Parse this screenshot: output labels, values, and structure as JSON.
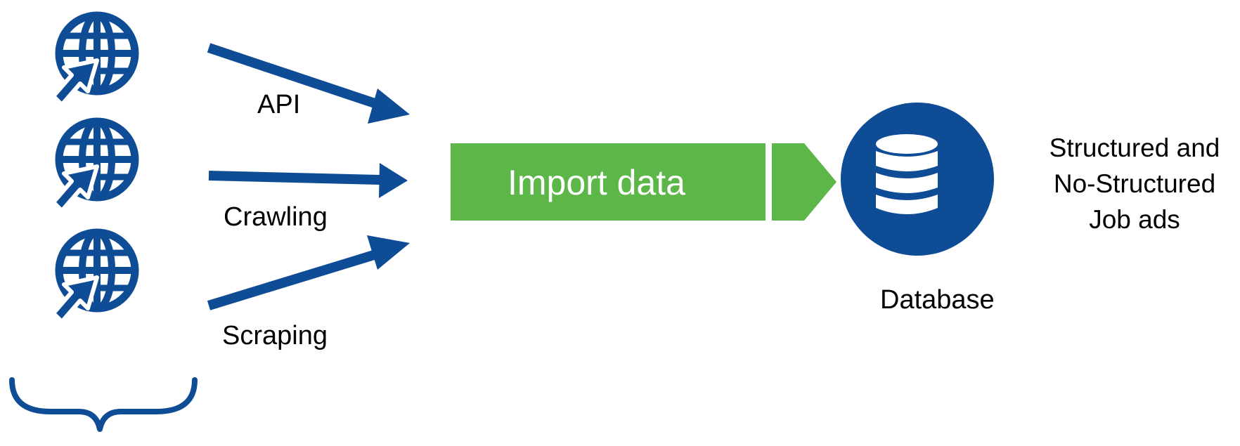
{
  "diagram": {
    "sources": [
      {
        "method_label": "API",
        "icon": "globe-cursor-icon"
      },
      {
        "method_label": "Crawling",
        "icon": "globe-cursor-icon"
      },
      {
        "method_label": "Scraping",
        "icon": "globe-cursor-icon"
      }
    ],
    "import_label": "Import data",
    "database_label": "Database",
    "database_icon": "database-cylinder-icon",
    "output_lines": [
      "Structured and",
      "No-Structured",
      "Job ads"
    ],
    "colors": {
      "primary_blue": "#0f4c96",
      "import_green": "#5cb648",
      "text": "#000000"
    }
  }
}
